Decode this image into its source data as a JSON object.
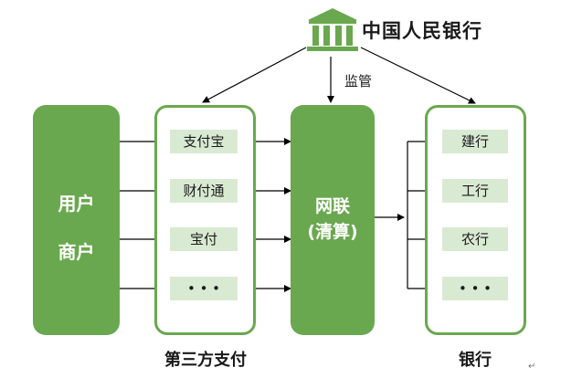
{
  "pboc": {
    "label": "中国人民银行",
    "icon": "bank-building-icon"
  },
  "supervise_label": "监管",
  "user_box": {
    "line1": "用户",
    "line2": "商户"
  },
  "third_party": {
    "items": [
      "支付宝",
      "财付通",
      "宝付",
      "• • •"
    ],
    "label": "第三方支付"
  },
  "netunion": {
    "line1": "网联",
    "line2": "(清算)"
  },
  "banks": {
    "items": [
      "建行",
      "工行",
      "农行",
      "• • •"
    ],
    "label": "银行"
  },
  "return_mark": "↵",
  "colors": {
    "primary": "#6aa84f",
    "pill": "#d9ead3",
    "line": "#000000"
  }
}
